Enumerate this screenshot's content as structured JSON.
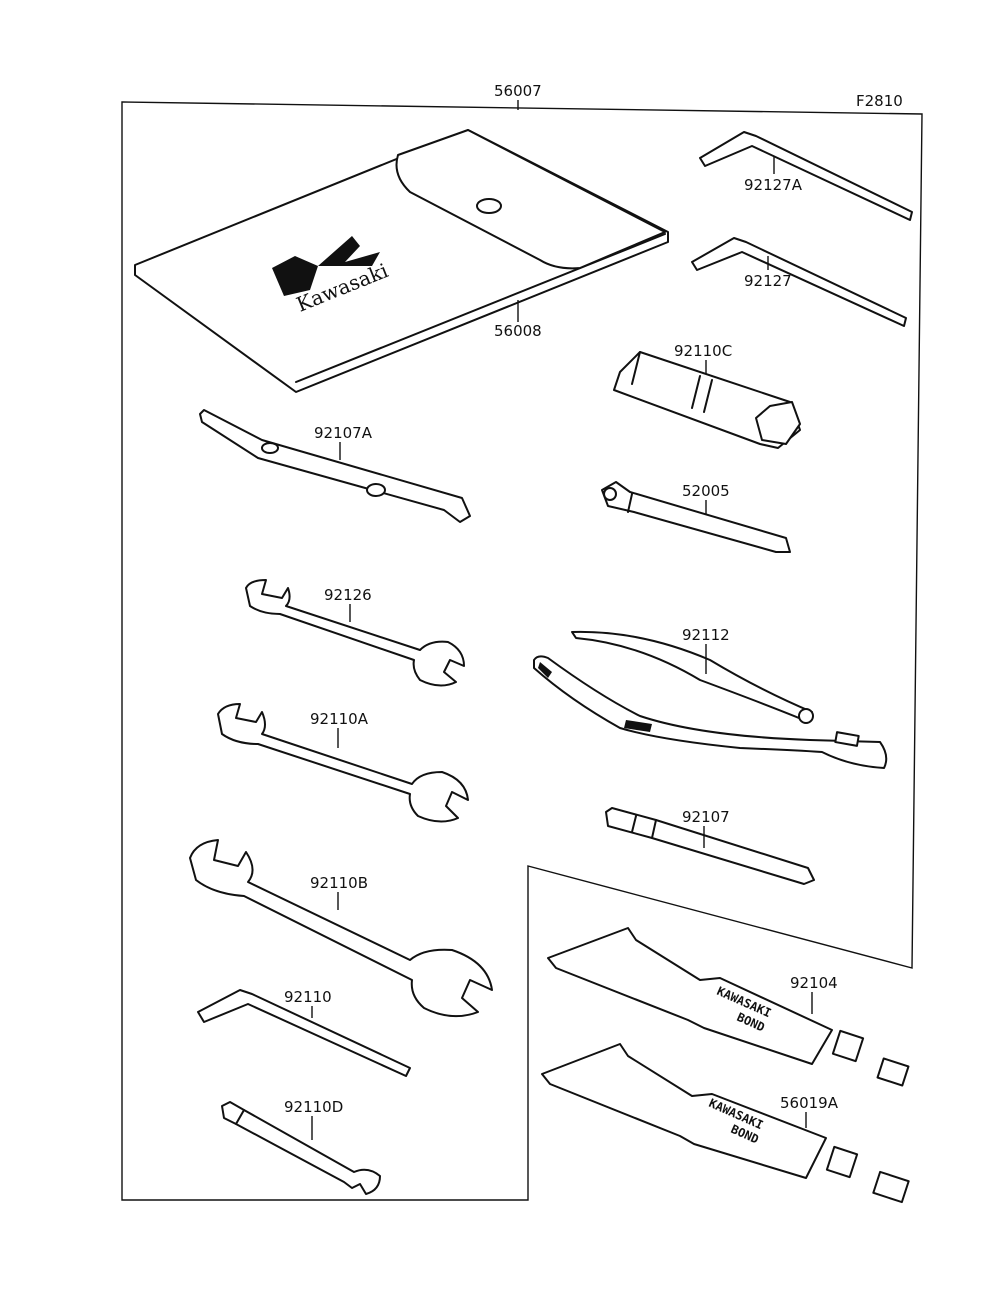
{
  "figure_code": "F2810",
  "kit_label": "56007",
  "parts": {
    "hex_key_a": "92127A",
    "hex_key": "92127",
    "pouch": "56008",
    "plug_wrench": "92110C",
    "screwdriver_handle_a": "92107A",
    "spoke_wrench_handle": "52005",
    "wrench_92126": "92126",
    "pliers": "92112",
    "wrench_92110a": "92110A",
    "screwdriver": "92107",
    "wrench_92110b": "92110B",
    "bond_tube": "92104",
    "bond_tube_a": "56019A",
    "hex_key_92110": "92110",
    "spanner_92110d": "92110D"
  },
  "pouch_logo": {
    "brand": "Kawasaki"
  },
  "tube_print": {
    "line1": "KAWASAKI",
    "line2": "BOND"
  }
}
